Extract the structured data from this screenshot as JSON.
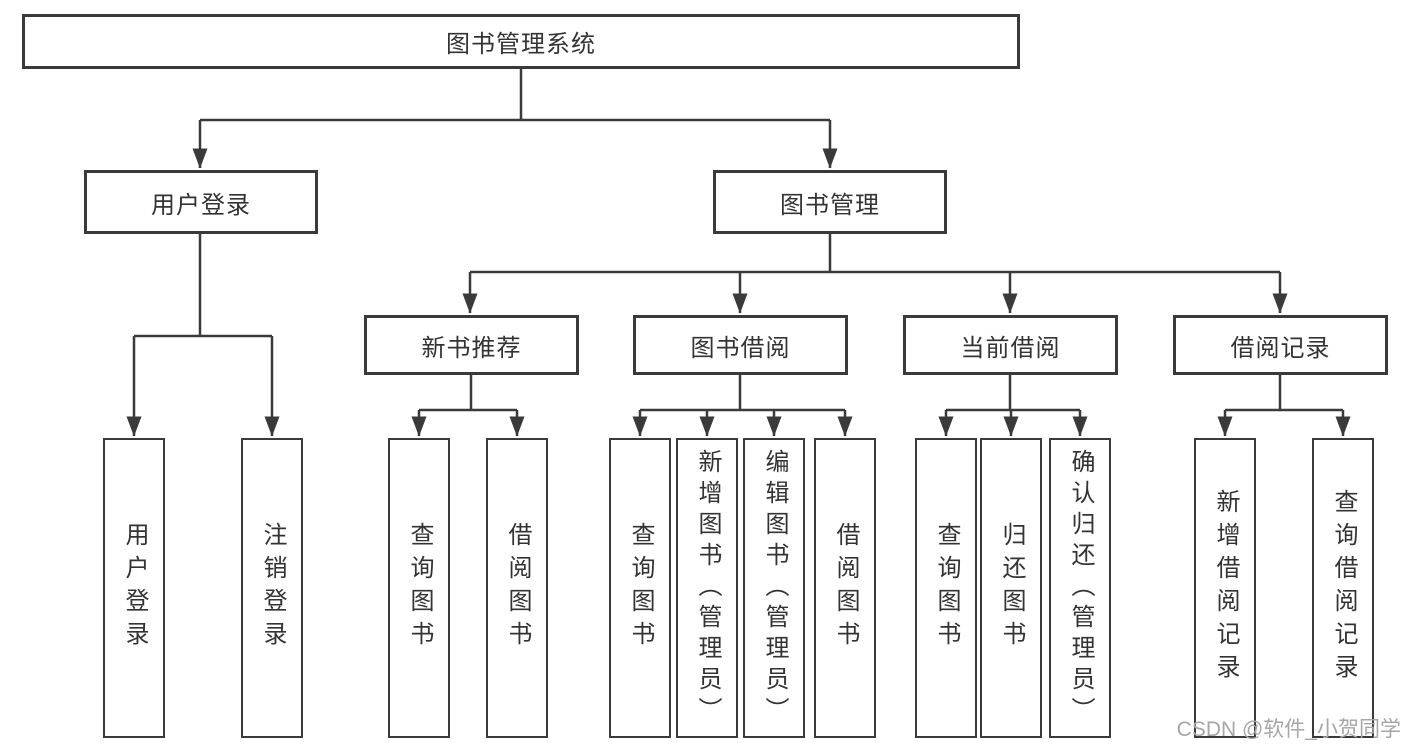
{
  "tree": {
    "label": "图书管理系统",
    "children": [
      {
        "label": "用户登录",
        "children": [
          {
            "label": "用户登录"
          },
          {
            "label": "注销登录"
          }
        ]
      },
      {
        "label": "图书管理",
        "children": [
          {
            "label": "新书推荐",
            "children": [
              {
                "label": "查询图书"
              },
              {
                "label": "借阅图书"
              }
            ]
          },
          {
            "label": "图书借阅",
            "children": [
              {
                "label": "查询图书"
              },
              {
                "label": "新增图书（管理员）"
              },
              {
                "label": "编辑图书（管理员）"
              },
              {
                "label": "借阅图书"
              }
            ]
          },
          {
            "label": "当前借阅",
            "children": [
              {
                "label": "查询图书"
              },
              {
                "label": "归还图书"
              },
              {
                "label": "确认归还（管理员）"
              }
            ]
          },
          {
            "label": "借阅记录",
            "children": [
              {
                "label": "新增借阅记录"
              },
              {
                "label": "查询借阅记录"
              }
            ]
          }
        ]
      }
    ]
  },
  "watermark": {
    "text": "CSDN @软件_小贺同学"
  },
  "colors": {
    "line": "#3a3a3a",
    "box_border": "#3a3a3a",
    "text": "#333333",
    "watermark": "#a6a6a6",
    "background": "#ffffff"
  }
}
